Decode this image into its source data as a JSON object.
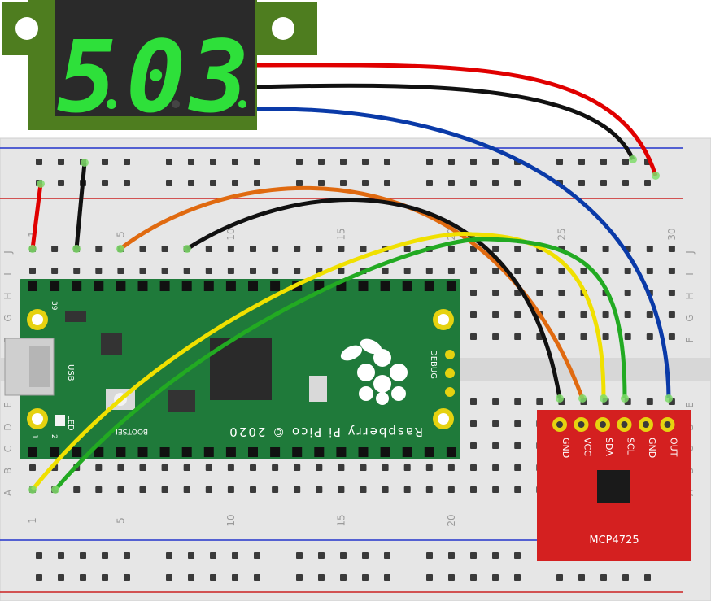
{
  "voltmeter": {
    "digits": [
      "5",
      "0",
      "3"
    ]
  },
  "breadboard": {
    "row_letters": [
      "J",
      "I",
      "H",
      "G",
      "F",
      "E",
      "D",
      "C",
      "B",
      "A"
    ],
    "column_numbers": [
      "1",
      "5",
      "10",
      "15",
      "20",
      "25",
      "30"
    ]
  },
  "pico": {
    "board_text": "Raspberry Pi Pico © 2020",
    "usb_label": "USB",
    "led_label": "LED",
    "bootsel_label": "BOOTSEL",
    "debug_label": "DEBUG",
    "pin_top_left": "39",
    "pin_bottom_left": "1",
    "pin_bottom_left_2": "2"
  },
  "dac": {
    "name": "MCP4725",
    "pins": [
      "GND",
      "VCC",
      "SDA",
      "SCL",
      "GND",
      "OUT"
    ]
  },
  "colors": {
    "red_wire": "#e00000",
    "black_wire": "#111111",
    "blue_wire": "#0a3aa8",
    "orange_wire": "#e06a10",
    "yellow_wire": "#f0e000",
    "green_wire": "#22aa22",
    "pico_green": "#1f7a3a",
    "dac_red": "#d42020",
    "voltmeter_board": "#4e7d1f",
    "segment_green": "#2ee03a"
  }
}
